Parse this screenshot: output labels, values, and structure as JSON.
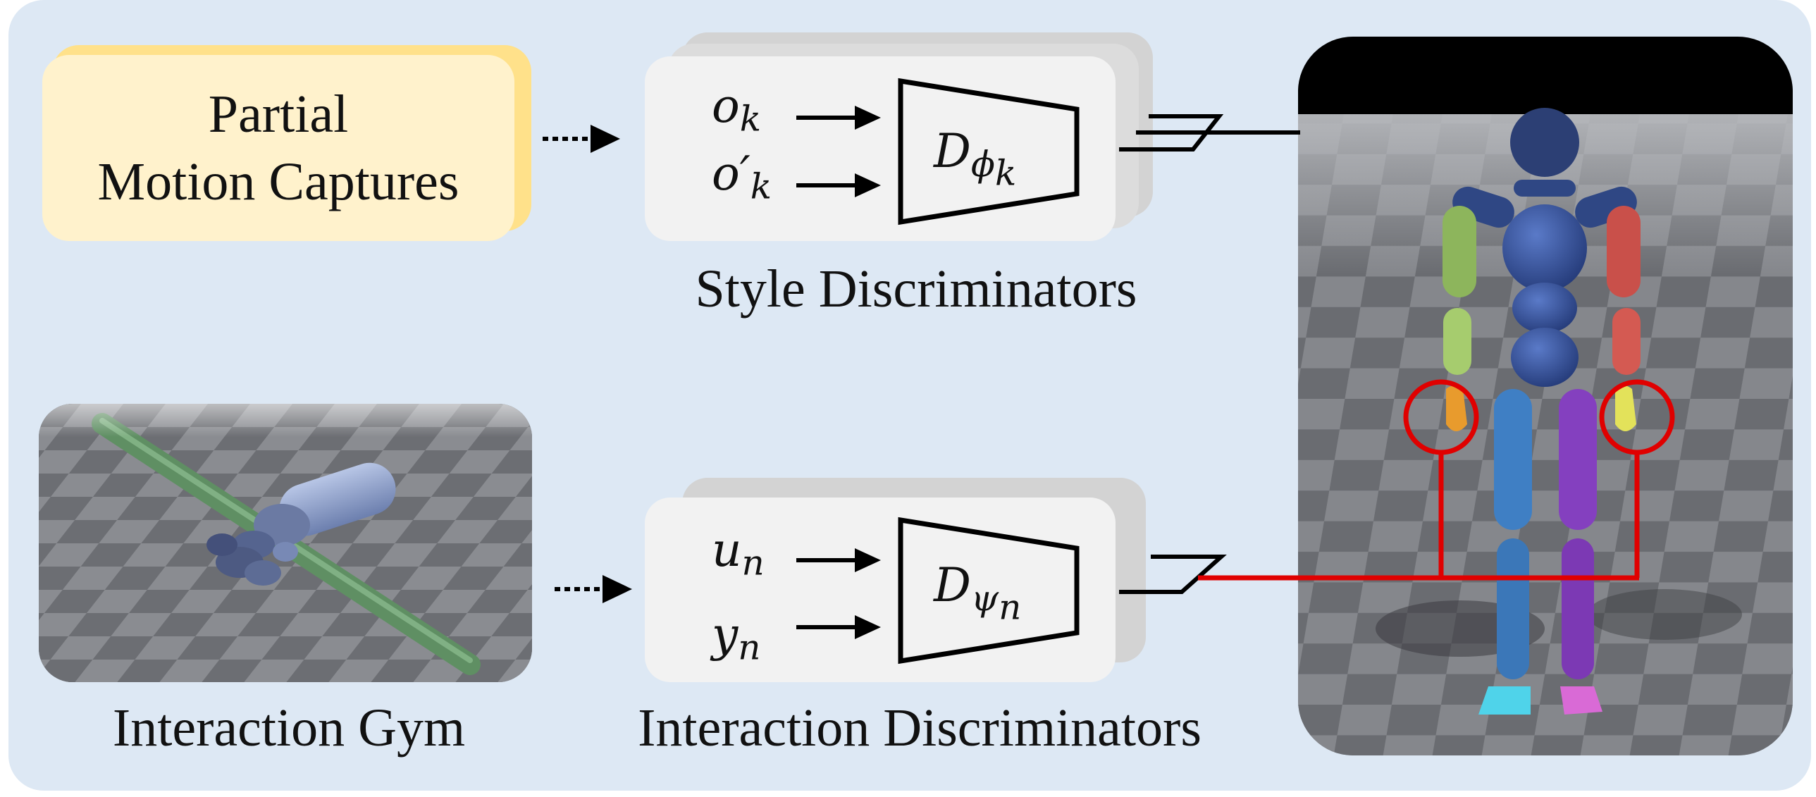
{
  "motion_captures": {
    "line1": "Partial",
    "line2": "Motion Captures"
  },
  "style_discriminators": {
    "label": "Style Discriminators",
    "input1": "o",
    "input1_sub": "k",
    "input2": "o′",
    "input2_sub": "k",
    "network": "D",
    "network_sub": "ϕ",
    "network_sub_sub": "k"
  },
  "interaction_gym": {
    "label": "Interaction Gym"
  },
  "interaction_discriminators": {
    "label": "Interaction Discriminators",
    "input1": "u",
    "input1_sub": "n",
    "input2": "y",
    "input2_sub": "n",
    "network": "D",
    "network_sub": "ψ",
    "network_sub_sub": "n"
  },
  "colors": {
    "panel_background": "#dde8f4",
    "capture_card": "#fff2cc",
    "capture_card_shadow": "#ffe18a",
    "discriminator_card": "#f2f2f2",
    "discriminator_shadow": "#d3d3d3",
    "highlight": "#e00000"
  }
}
